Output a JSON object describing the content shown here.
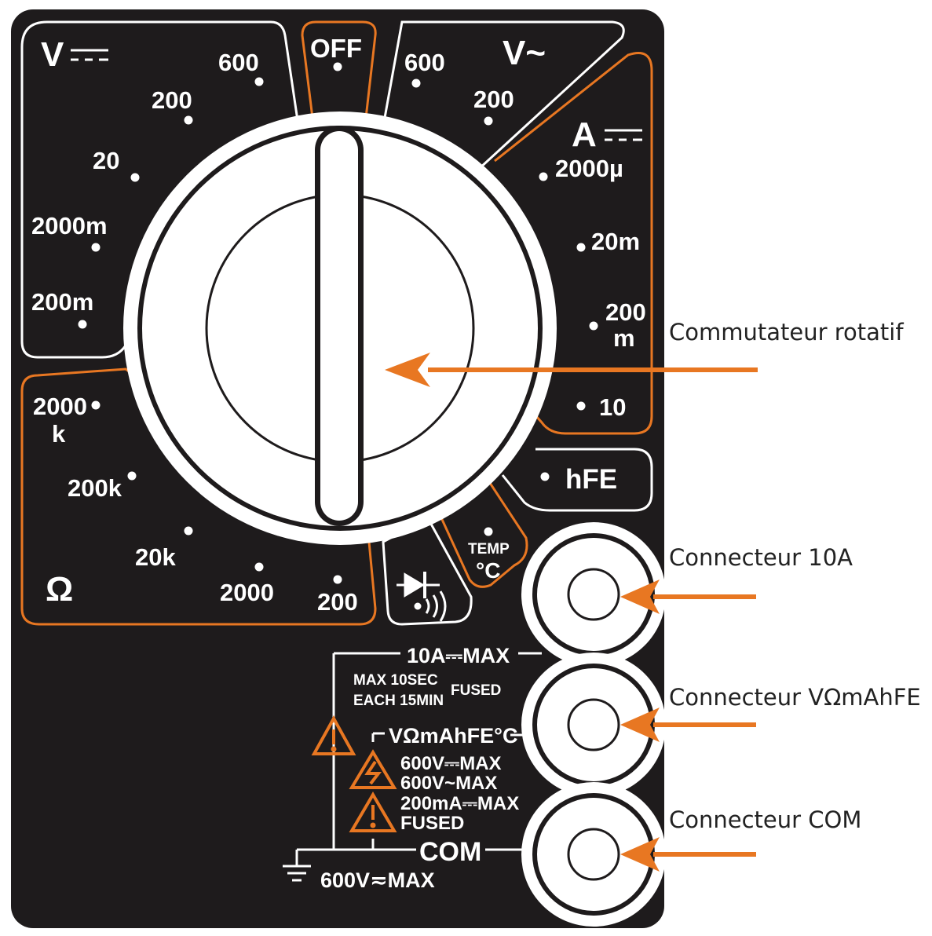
{
  "colors": {
    "panel": "#1e1b1c",
    "orange": "#e87722",
    "white": "#ffffff",
    "callout_text": "#222222"
  },
  "modes": {
    "dcv": {
      "symbol": "V",
      "ranges": [
        "600",
        "200",
        "20",
        "2000m",
        "200m"
      ]
    },
    "off": "OFF",
    "acv": {
      "symbol": "V~",
      "ranges": [
        "600",
        "200"
      ]
    },
    "dca": {
      "symbol": "A",
      "ranges": [
        "2000µ",
        "20m",
        "200",
        "m",
        "10"
      ]
    },
    "hfe": "hFE",
    "temp": {
      "line1": "TEMP",
      "line2": "°C"
    },
    "ohm": {
      "symbol": "Ω",
      "ranges": [
        "2000",
        "k",
        "200k",
        "20k",
        "2000",
        "200"
      ]
    }
  },
  "jacks": {
    "ten_a": "10A⎓MAX",
    "max_time_1": "MAX 10SEC",
    "max_time_2": "EACH 15MIN",
    "fused": "FUSED",
    "vohm": "VΩmAhFE°C",
    "w1": "600V⎓MAX",
    "w2": "600V~MAX",
    "w3": "200mA⎓MAX",
    "w4": "FUSED",
    "com": "COM",
    "ground": "600V≂MAX"
  },
  "callouts": {
    "rotary": "Commutateur rotatif",
    "jack_10a": "Connecteur 10A",
    "jack_vohm": "Connecteur VΩmAhFE",
    "jack_com": "Connecteur COM"
  }
}
